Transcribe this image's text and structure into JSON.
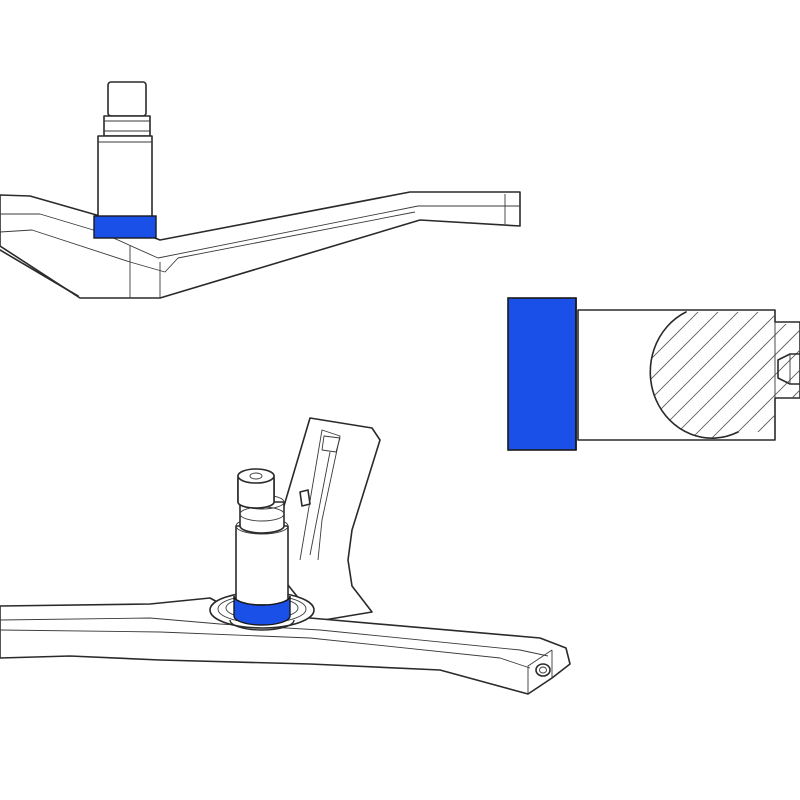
{
  "figure": {
    "views": [
      "side-view",
      "detail-view",
      "isometric-view"
    ],
    "colors": {
      "highlight": "#1a4fe8",
      "outline": "#2a2a2a",
      "background": "#ffffff"
    },
    "highlighted_part": "bushing"
  }
}
